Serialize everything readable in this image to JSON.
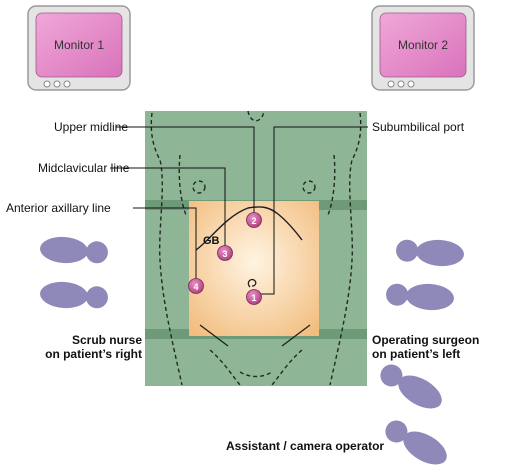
{
  "monitors": [
    {
      "label": "Monitor 1"
    },
    {
      "label": "Monitor 2"
    }
  ],
  "callouts": {
    "upper_midline": "Upper midline",
    "midclavicular_line": "Midclavicular line",
    "anterior_axillary_line": "Anterior axillary line",
    "subumbilical_port": "Subumbilical port"
  },
  "organ_label": "GB",
  "ports": [
    {
      "number": "1"
    },
    {
      "number": "2"
    },
    {
      "number": "3"
    },
    {
      "number": "4"
    }
  ],
  "staff": {
    "scrub_nurse_line1": "Scrub nurse",
    "scrub_nurse_line2": "on patient’s right",
    "surgeon_line1": "Operating surgeon",
    "surgeon_line2": "on patient’s left",
    "assistant": "Assistant / camera operator"
  },
  "colors": {
    "drape_green": "#8fb597",
    "drape_green_dark": "#6f9a78",
    "field_skin": "#f3c58b",
    "port_magenta": "#c0458d",
    "monitor_screen": "#e58fc8",
    "footprint": "#8e89b8"
  }
}
